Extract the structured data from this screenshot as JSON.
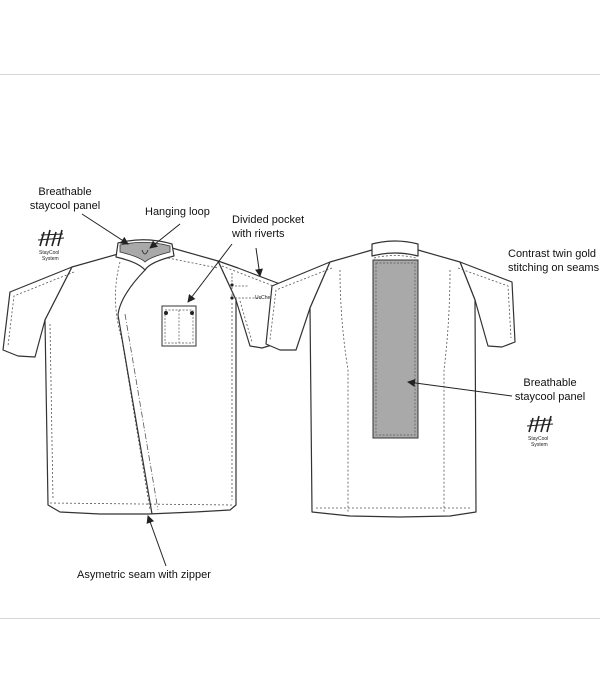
{
  "labels": {
    "breathable_front_1": "Breathable",
    "breathable_front_2": "staycool panel",
    "hanging_loop": "Hanging loop",
    "divided_pocket_1": "Divided pocket",
    "divided_pocket_2": "with riverts",
    "contrast_1": "Contrast twin gold",
    "contrast_2": "stitching  on seams",
    "breathable_back_1": "Breathable",
    "breathable_back_2": "staycool panel",
    "asymetric": "Asymetric seam with  zipper"
  },
  "logo": {
    "line1": "StayCool",
    "line2": "System"
  },
  "sleeve_mark": "UcChef",
  "colors": {
    "panel_fill": "#a9a9a9",
    "outline": "#333333",
    "stitch": "#555555"
  }
}
